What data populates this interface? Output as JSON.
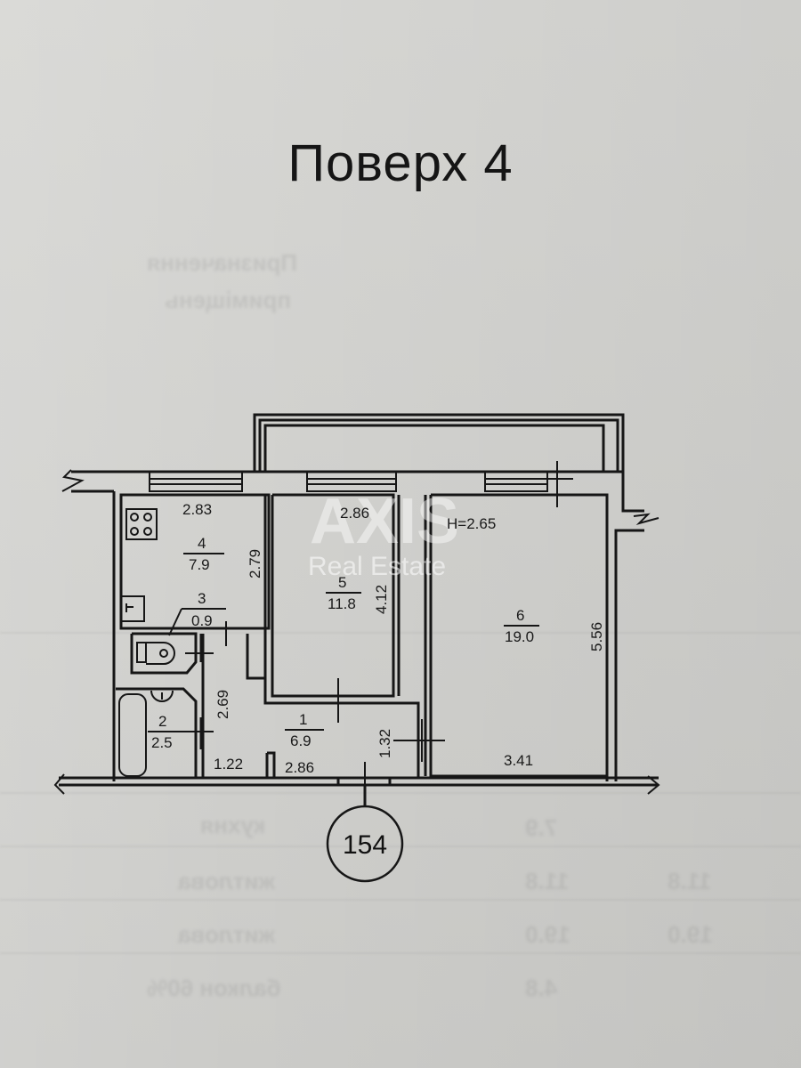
{
  "title": "Поверх 4",
  "watermark": {
    "brand": "AXIS",
    "subtitle": "Real Estate"
  },
  "ceiling_height": "H=2.65",
  "apartment_number": "154",
  "rooms": [
    {
      "id": "1",
      "area": "6.9",
      "name": "corridor"
    },
    {
      "id": "2",
      "area": "2.5",
      "name": "bathroom"
    },
    {
      "id": "3",
      "area": "0.9",
      "name": "toilet"
    },
    {
      "id": "4",
      "area": "7.9",
      "name": "kitchen"
    },
    {
      "id": "5",
      "area": "11.8",
      "name": "room-small"
    },
    {
      "id": "6",
      "area": "19.0",
      "name": "room-large"
    }
  ],
  "dimensions": {
    "kitchen_width": "2.83",
    "kitchen_depth": "2.79",
    "room5_width": "2.86",
    "room5_depth": "4.12",
    "room6_width": "3.41",
    "room6_depth": "5.56",
    "corridor_depth": "2.69",
    "corridor_left": "1.22",
    "corridor_bottom": "2.86",
    "corridor_right": "1.32"
  },
  "show_through": {
    "lines": [
      "Призначення",
      "приміщень",
      "кухня",
      "житлова",
      "житлова",
      "балкон 60%"
    ],
    "values": [
      "7.9",
      "11.8",
      "11.8",
      "19.0",
      "19.0",
      "4.8"
    ]
  }
}
